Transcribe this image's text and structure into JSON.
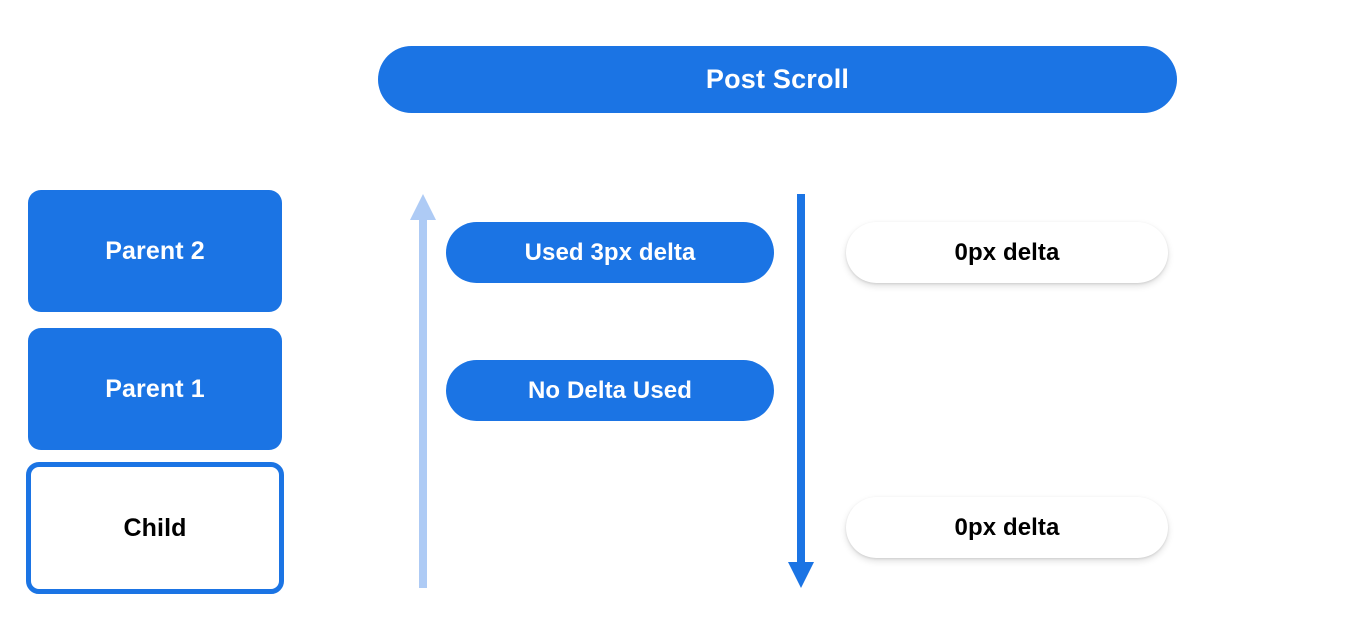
{
  "header": {
    "title": "Post Scroll"
  },
  "colors": {
    "brand_blue": "#1b74e4",
    "light_blue": "#aecbf5",
    "text_dark": "#000000",
    "text_light": "#ffffff",
    "background": "#ffffff"
  },
  "scroll_chain": {
    "boxes": [
      {
        "label": "Parent 2",
        "style": "filled"
      },
      {
        "label": "Parent 1",
        "style": "filled"
      },
      {
        "label": "Child",
        "style": "outlined"
      }
    ]
  },
  "arrows": [
    {
      "name": "consumed-scroll-arrow",
      "direction": "up",
      "color": "#aecbf5"
    },
    {
      "name": "scroll-propagation-arrow",
      "direction": "down",
      "color": "#1b74e4"
    }
  ],
  "delta_annotations": {
    "consumed": [
      {
        "label": "Used 3px delta"
      },
      {
        "label": "No Delta Used"
      }
    ],
    "remaining": [
      {
        "label": "0px delta"
      },
      {
        "label": "0px delta"
      }
    ]
  }
}
